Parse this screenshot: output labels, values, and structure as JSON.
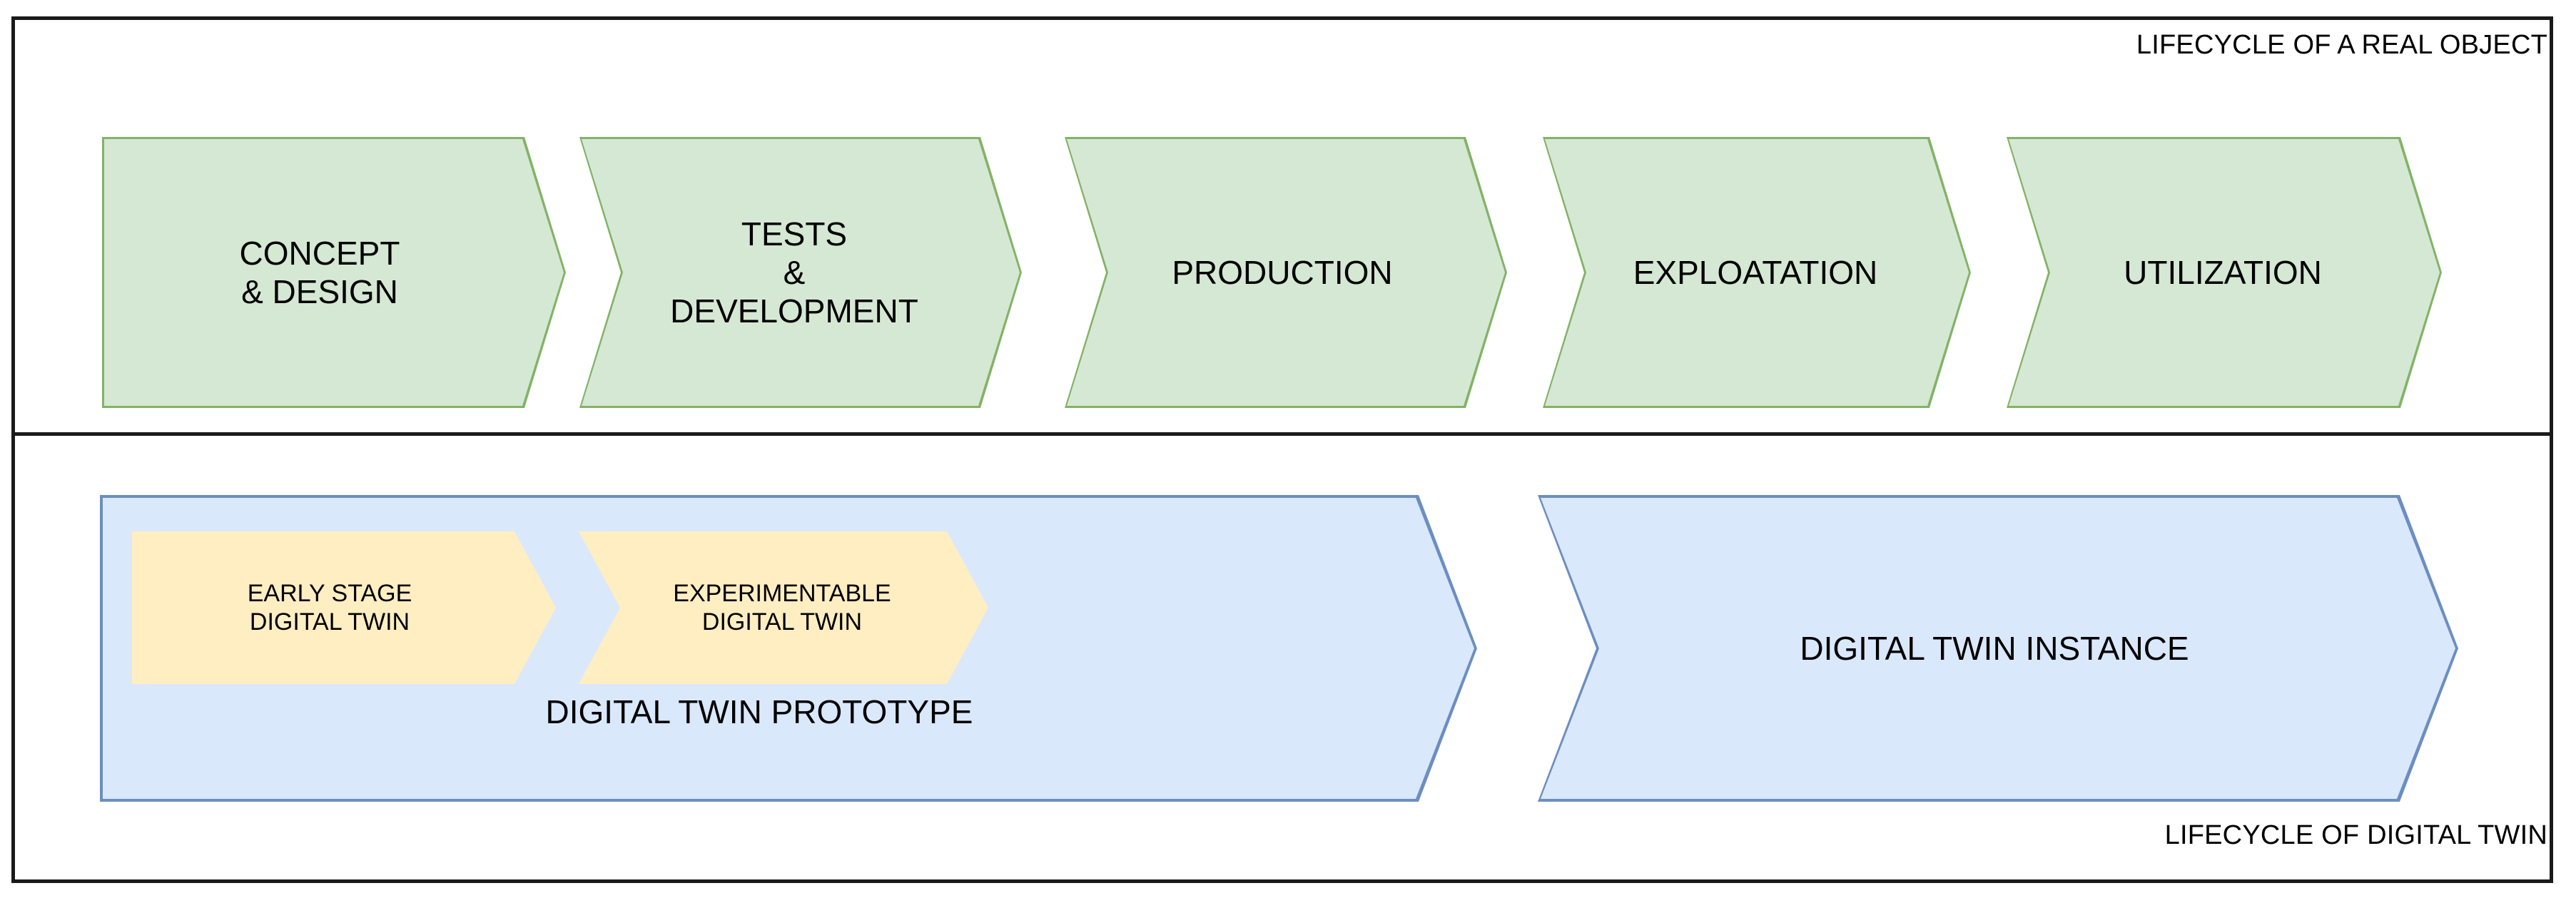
{
  "diagram": {
    "title_top": "LIFECYCLE OF A REAL OBJECT",
    "title_bottom": "LIFECYCLE OF DIGITAL TWIN",
    "colors": {
      "frame_border": "#1a1a1a",
      "green_fill": "#d5e8d4",
      "green_border": "#82b366",
      "blue_fill": "#dae8fc",
      "blue_border": "#6c8ebf",
      "yellow_fill": "#ffeec2",
      "yellow_border": "#d6b656",
      "background": "#ffffff",
      "text": "#000000"
    }
  },
  "real_object_lifecycle": {
    "caption": "LIFECYCLE OF A REAL OBJECT",
    "stages": [
      {
        "label": "CONCEPT\n& DESIGN",
        "shape": "flat-left-pointed-right"
      },
      {
        "label": "TESTS\n&\nDEVELOPMENT",
        "shape": "notched-left-pointed-right"
      },
      {
        "label": "PRODUCTION",
        "shape": "notched-left-pointed-right"
      },
      {
        "label": "EXPLOATATION",
        "shape": "notched-left-pointed-right"
      },
      {
        "label": "UTILIZATION",
        "shape": "notched-left-pointed-right"
      }
    ]
  },
  "digital_twin_lifecycle": {
    "caption": "LIFECYCLE OF DIGITAL TWIN",
    "bands": [
      {
        "label": "DIGITAL TWIN PROTOTYPE",
        "shape": "flat-left-pointed-right"
      },
      {
        "label": "DIGITAL TWIN INSTANCE",
        "shape": "notched-left-pointed-right"
      }
    ],
    "inner_stages": [
      {
        "label": "EARLY STAGE\nDIGITAL TWIN",
        "shape": "flat-left-pointed-right"
      },
      {
        "label": "EXPERIMENTABLE\nDIGITAL TWIN",
        "shape": "notched-left-pointed-right"
      }
    ]
  }
}
